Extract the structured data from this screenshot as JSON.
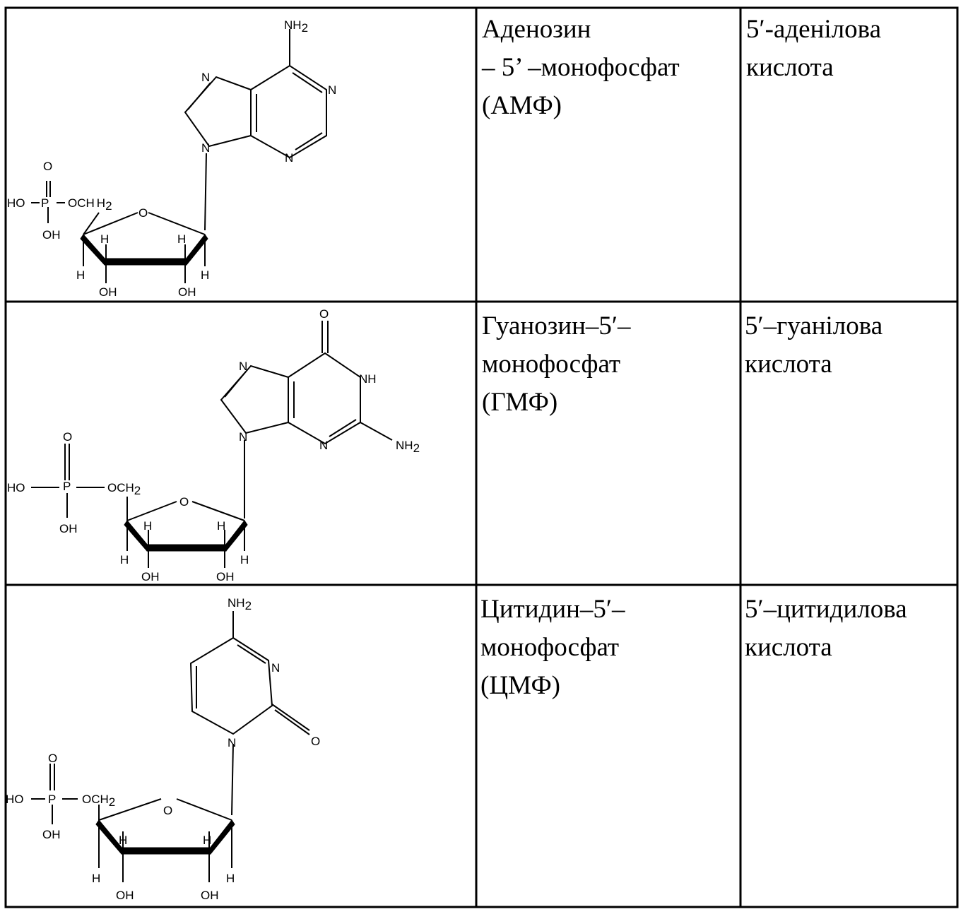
{
  "table": {
    "rows": [
      {
        "structure_icon": "adenosine-monophosphate-structure",
        "name": "Аденозин\n– 5’ –монофосфат\n(АМФ)",
        "acid": "5′-аденілова\nкислота"
      },
      {
        "structure_icon": "guanosine-monophosphate-structure",
        "name": "Гуанозин–5′–\nмонофосфат\n(ГМФ)",
        "acid": "5′–гуанілова\nкислота"
      },
      {
        "structure_icon": "cytidine-monophosphate-structure",
        "name": "Цитидин–5′–\nмонофосфат\n(ЦМФ)",
        "acid": "5′–цитидилова\nкислота"
      }
    ]
  },
  "labels": {
    "NH": "NH",
    "sub2": "2",
    "N": "N",
    "O": "O",
    "P": "P",
    "H": "H",
    "OH": "OH",
    "HO": "HO",
    "OCH": "OCH",
    "NH_ring": "NH"
  }
}
